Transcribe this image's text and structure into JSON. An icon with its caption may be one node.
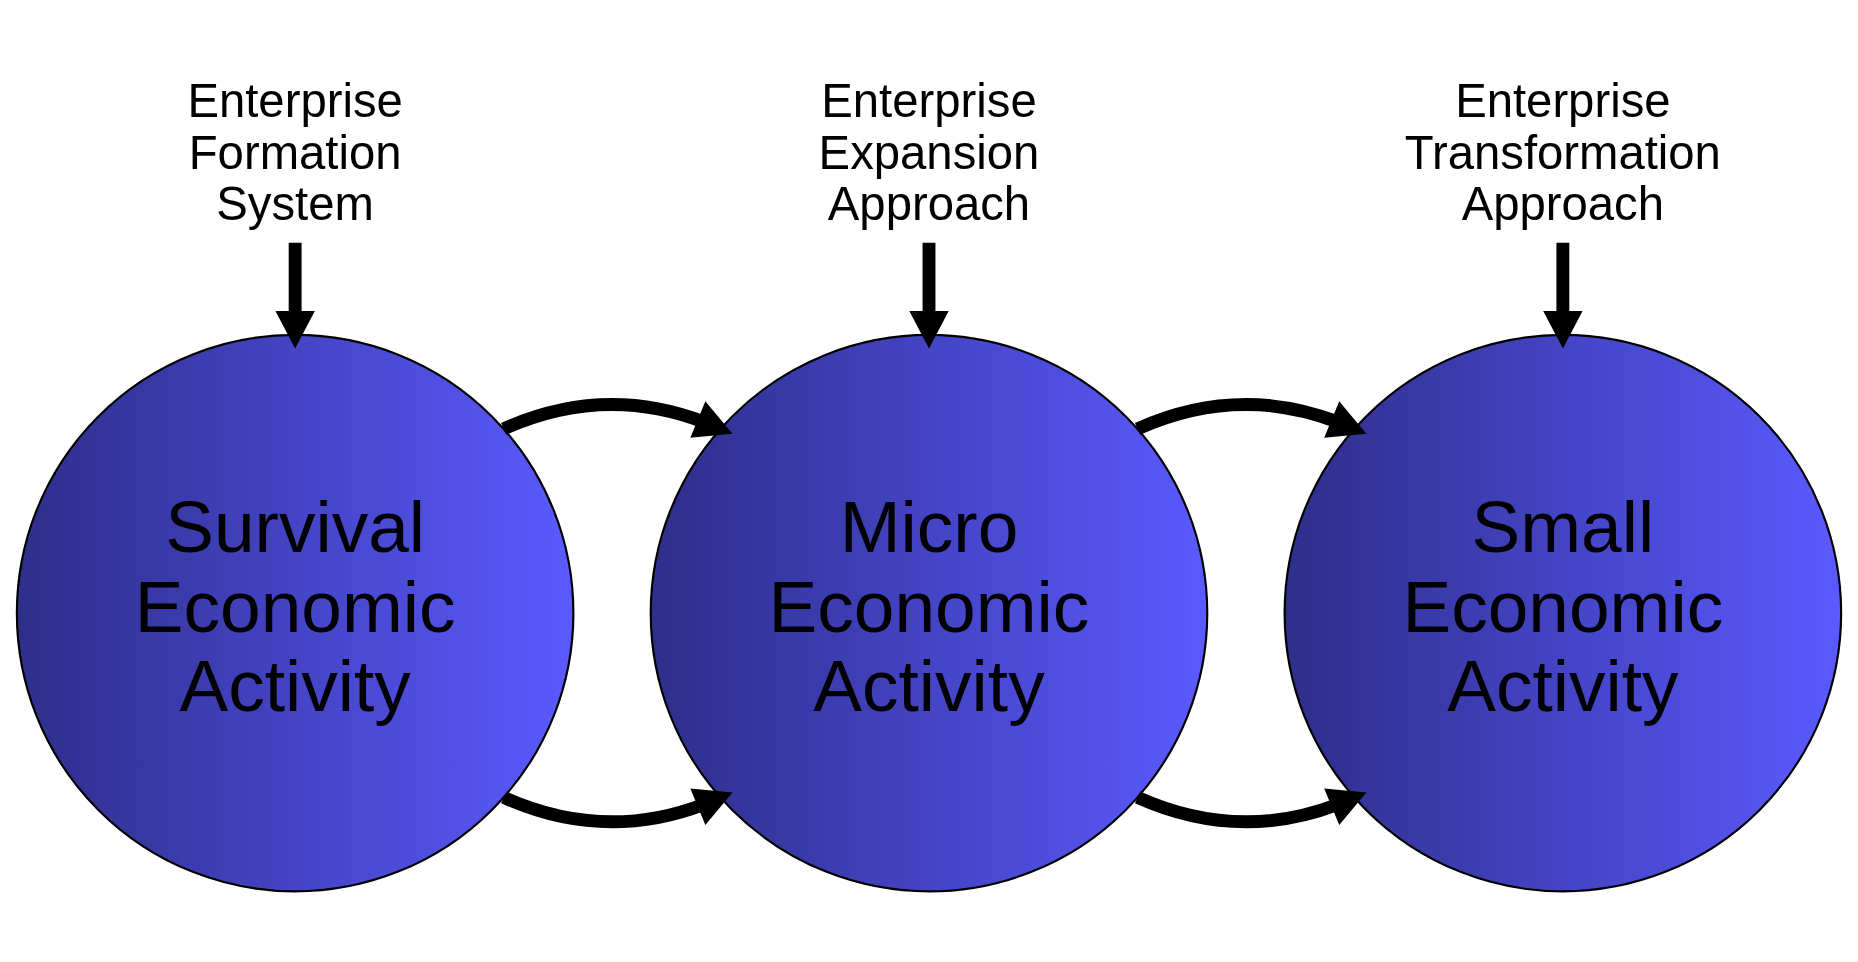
{
  "diagram": {
    "nodes": [
      {
        "text": [
          "Enterprise Formation System"
        ]
      },
      {
        "text": [
          "Enterprise Expansion Approach"
        ]
      },
      {
        "text": [
          "Enterprise Transformation Approach"
        ]
      },
      {
        "text": [
          "Survival Economic Activity"
        ]
      },
      {
        "text": [
          "Micro Economic Activity"
        ]
      },
      {
        "text": [
          "Small Economic Activity"
        ]
      }
    ],
    "edges": [
      {
        "from": 0,
        "to": 3,
        "arrow": "to"
      },
      {
        "from": 1,
        "to": 4,
        "arrow": "to"
      },
      {
        "from": 2,
        "to": 5,
        "arrow": "to"
      },
      {
        "from": 3,
        "to": 4,
        "arrow": "to"
      },
      {
        "from": 3,
        "to": 4,
        "arrow": "to"
      },
      {
        "from": 4,
        "to": 5,
        "arrow": "to"
      },
      {
        "from": 4,
        "to": 5,
        "arrow": "to"
      }
    ]
  }
}
